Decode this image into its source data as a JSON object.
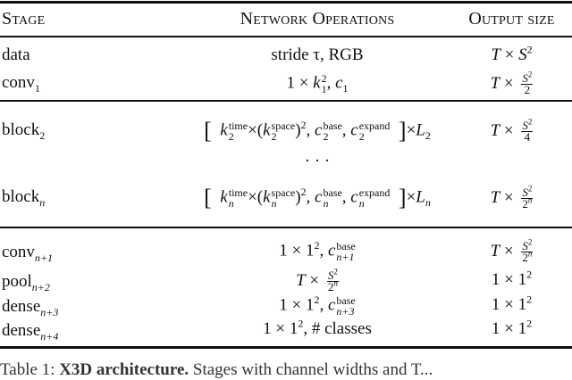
{
  "table": {
    "headers": [
      "Stage",
      "Network Operations",
      "Output size"
    ],
    "rows": [
      {
        "stage": "data",
        "ops": "stride τ, RGB",
        "out": "T × S²"
      },
      {
        "stage": "conv₁",
        "ops": "1 × k₁², c₁",
        "out": "T × S²/2"
      },
      {
        "stage": "block₂",
        "ops": "[ k₂^time ×(k₂^space)², c₂^base, c₂^expand ] × L₂",
        "out": "T × S²/4"
      },
      {
        "stage": "",
        "ops": "· · ·",
        "out": ""
      },
      {
        "stage": "blockₙ",
        "ops": "[ kₙ^time ×(kₙ^space)², cₙ^base, cₙ^expand ] × Lₙ",
        "out": "T × S²/2ⁿ"
      },
      {
        "stage": "convₙ₊₁",
        "ops": "1 × 1², cₙ₊₁^base",
        "out": "T × S²/2ⁿ"
      },
      {
        "stage": "poolₙ₊₂",
        "ops": "T × S²/2ⁿ",
        "out": "1 × 1²"
      },
      {
        "stage": "denseₙ₊₃",
        "ops": "1 × 1², cₙ₊₃^base",
        "out": "1 × 1²"
      },
      {
        "stage": "denseₙ₊₄",
        "ops": "1 × 1², # classes",
        "out": "1 × 1²"
      }
    ]
  },
  "labels": {
    "h_stage": "Stage",
    "h_ops": "Network Operations",
    "h_out": "Output size",
    "s_data": "data",
    "s_conv": "conv",
    "s_block": "block",
    "s_pool": "pool",
    "s_dense": "dense",
    "sub_1": "1",
    "sub_2": "2",
    "sub_n": "n",
    "sub_n1": "n+1",
    "sub_n2": "n+2",
    "sub_n3": "n+3",
    "sub_n4": "n+4",
    "ops_data": "stride τ, RGB",
    "ellipsis": "· · ·",
    "classes": "# classes",
    "caption_prefix": "Table 1:",
    "caption_bold": "X3D architecture.",
    "caption_rest": "Stages with channel widths and T..."
  }
}
